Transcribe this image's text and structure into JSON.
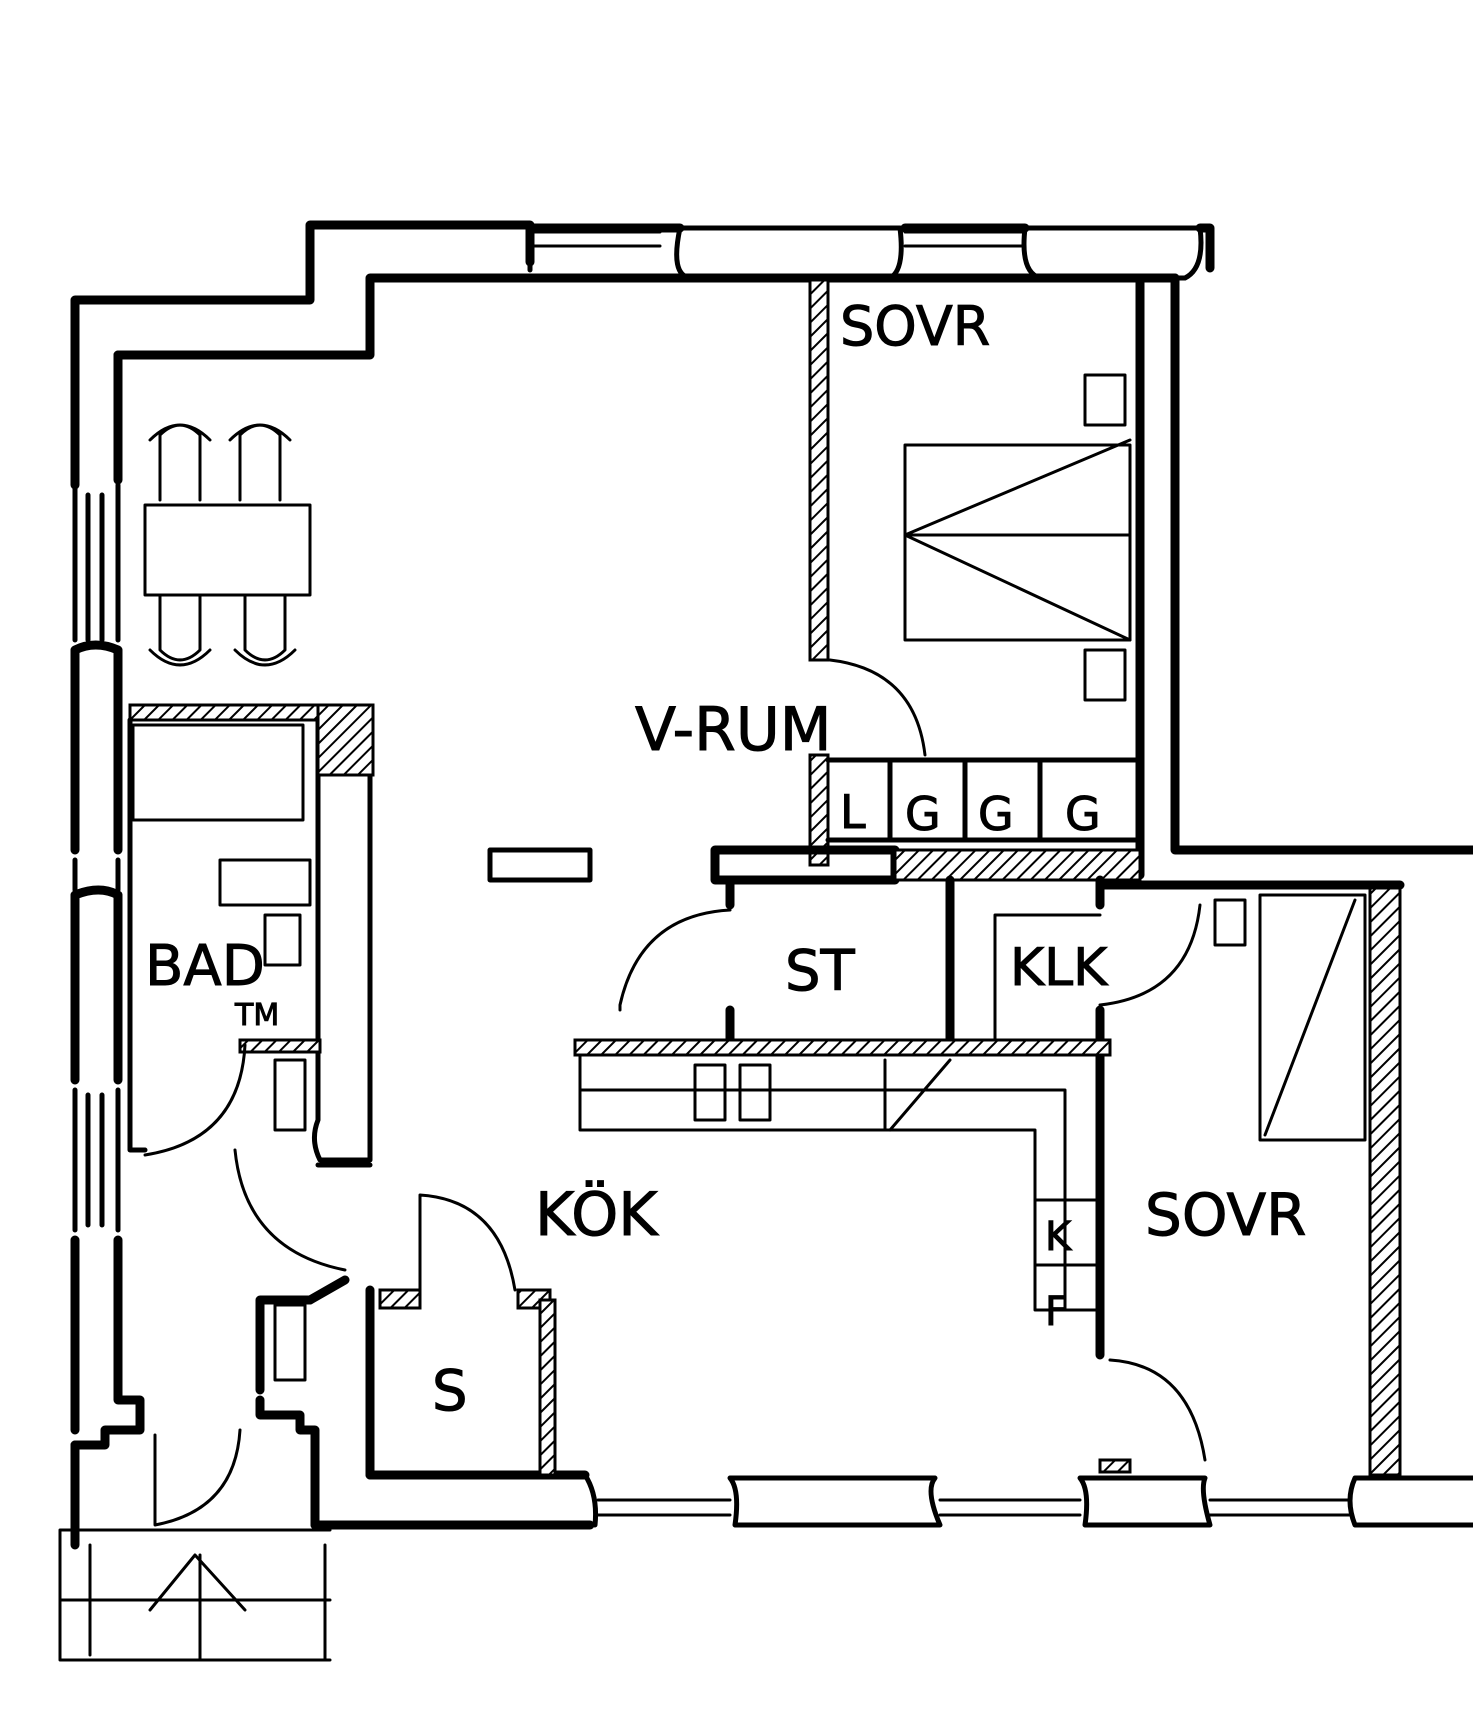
{
  "rooms": {
    "sovr_top": "SOVR",
    "v_rum": "V-RUM",
    "wardrobe_1": "L",
    "wardrobe_2": "G",
    "wardrobe_3": "G",
    "wardrobe_4": "G",
    "bad": "BAD",
    "tm": "TM",
    "st": "ST",
    "klk": "KLK",
    "kok": "KÖK",
    "k_cabinet": "K",
    "f_cabinet": "F",
    "sovr_bottom": "SOVR",
    "s_closet": "S"
  }
}
